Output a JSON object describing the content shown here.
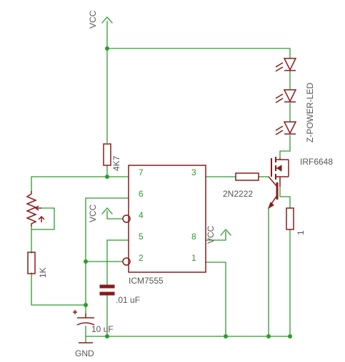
{
  "labels": {
    "vcc_top": "VCC",
    "vcc_pin4": "VCC",
    "vcc_pin8": "VCC",
    "gnd": "GND",
    "r_4k7": "4K7",
    "r_1k": "1K",
    "r_1": "1",
    "r_base": "2N2222",
    "mosfet": "IRF6648",
    "led": "Z-POWER-LED",
    "ic": "ICM7555",
    "cap_small": ".01 uF",
    "cap_big": "10 uF"
  },
  "pins": {
    "p7": "7",
    "p6": "6",
    "p4": "4",
    "p5": "5",
    "p2": "2",
    "p3": "3",
    "p8": "8",
    "p1": "1"
  },
  "colors": {
    "wire": "#2e9a2e",
    "part": "#8a1a1a",
    "label": "#555555"
  }
}
